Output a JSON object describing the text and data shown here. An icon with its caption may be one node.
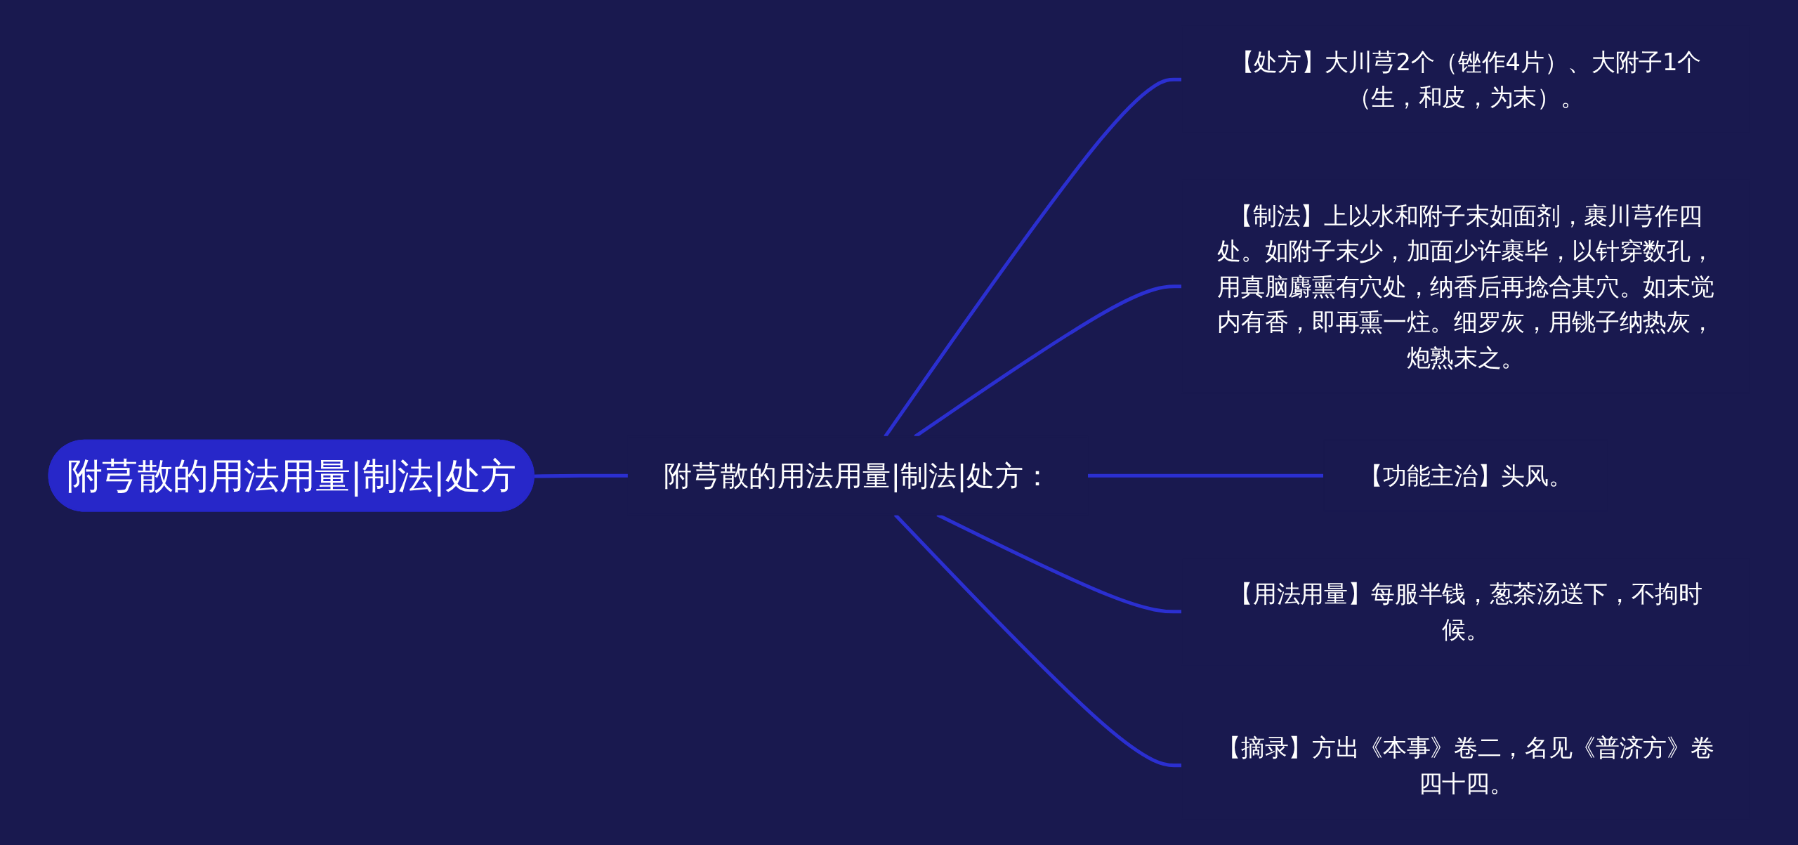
{
  "diagram": {
    "nodes": [
      {
        "text": [
          "附芎散的用法用量|制法|处方"
        ]
      },
      {
        "text": [
          "附芎散的用法用量|制法|处方："
        ]
      },
      {
        "text": [
          "【处方】大川芎2个（锉作4片）、大附子1个（生，和皮，为末）。"
        ]
      },
      {
        "text": [
          "【制法】上以水和附子末如面剂，裹川芎作四处。如附子末少，加面少许裹毕，以针穿数孔，用真脑麝熏有穴处，纳香后再捻合其穴。如末觉内有香，即再熏一炷。细罗灰，用铫子纳热灰，炮熟末之。"
        ]
      },
      {
        "text": [
          "【功能主治】头风。"
        ]
      },
      {
        "text": [
          "【用法用量】每服半钱，葱茶汤送下，不拘时候。"
        ]
      },
      {
        "text": [
          "【摘录】方出《本事》卷二，名见《普济方》卷四十四。"
        ]
      }
    ],
    "edges": [
      {
        "from": 0,
        "to": 1,
        "arrow": "none"
      },
      {
        "from": 1,
        "to": 2,
        "arrow": "none"
      },
      {
        "from": 1,
        "to": 3,
        "arrow": "none"
      },
      {
        "from": 1,
        "to": 4,
        "arrow": "none"
      },
      {
        "from": 1,
        "to": 5,
        "arrow": "none"
      },
      {
        "from": 1,
        "to": 6,
        "arrow": "none"
      }
    ]
  }
}
